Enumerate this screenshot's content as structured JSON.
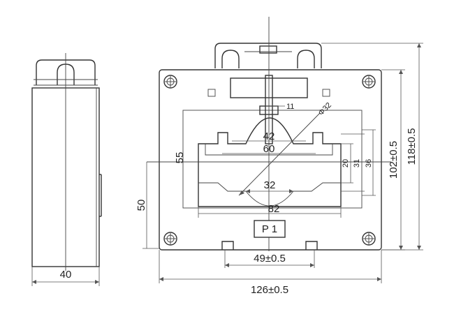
{
  "colors": {
    "line": "#333333",
    "background": "#ffffff"
  },
  "side_view": {
    "width_label": "40"
  },
  "front_view": {
    "overall_width_label": "126±0.5",
    "overall_height_label": "118±0.5",
    "body_height_label": "102±0.5",
    "base_width_label": "49±0.5",
    "window_height_label": "50",
    "inner_height_label": "55",
    "dim_42": "42",
    "dim_60": "60",
    "dim_32": "32",
    "dim_82": "82",
    "dim_20": "20",
    "dim_31": "31",
    "dim_36": "36",
    "dim_11": "11",
    "diameter_label": "Φ32",
    "terminal_label": "P 1"
  }
}
